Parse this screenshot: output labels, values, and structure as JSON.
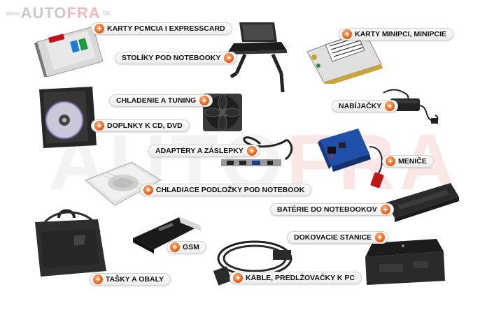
{
  "logo": {
    "www": "www.",
    "auto": "AUTO",
    "fra": "FRA",
    "sk": ".SK"
  },
  "watermark": {
    "auto": "AUTO",
    "fra": "FRA"
  },
  "plus_glyph": "+",
  "colors": {
    "accent": "#e35a12",
    "text": "#111111"
  },
  "categories": [
    {
      "key": "pcmcia",
      "label": "KARTY PCMCIA I EXPRESSCARD"
    },
    {
      "key": "stoliky",
      "label": "STOLÍKY POD NOTEBOOKY"
    },
    {
      "key": "minipci",
      "label": "KARTY MINIPCI, MINIPCIE"
    },
    {
      "key": "chladenie",
      "label": "CHLADENIE A TUNING"
    },
    {
      "key": "nabijacky",
      "label": "NABÍJAČKY"
    },
    {
      "key": "cddvd",
      "label": "DOPLNKY K CD, DVD"
    },
    {
      "key": "adaptery",
      "label": "ADAPTÉRY A ZÁSLEPKY"
    },
    {
      "key": "menice",
      "label": "MENIČE"
    },
    {
      "key": "podlozky",
      "label": "CHLADIACE PODLOŽKY POD NOTEBOOK"
    },
    {
      "key": "baterie",
      "label": "BATÉRIE DO NOTEBOOKOV"
    },
    {
      "key": "dokovacie",
      "label": "DOKOVACIE STANICE"
    },
    {
      "key": "gsm",
      "label": "GSM"
    },
    {
      "key": "tasky",
      "label": "TAŠKY A OBALY"
    },
    {
      "key": "kable",
      "label": "KÁBLE, PREDLŽOVAČKY K PC"
    }
  ]
}
